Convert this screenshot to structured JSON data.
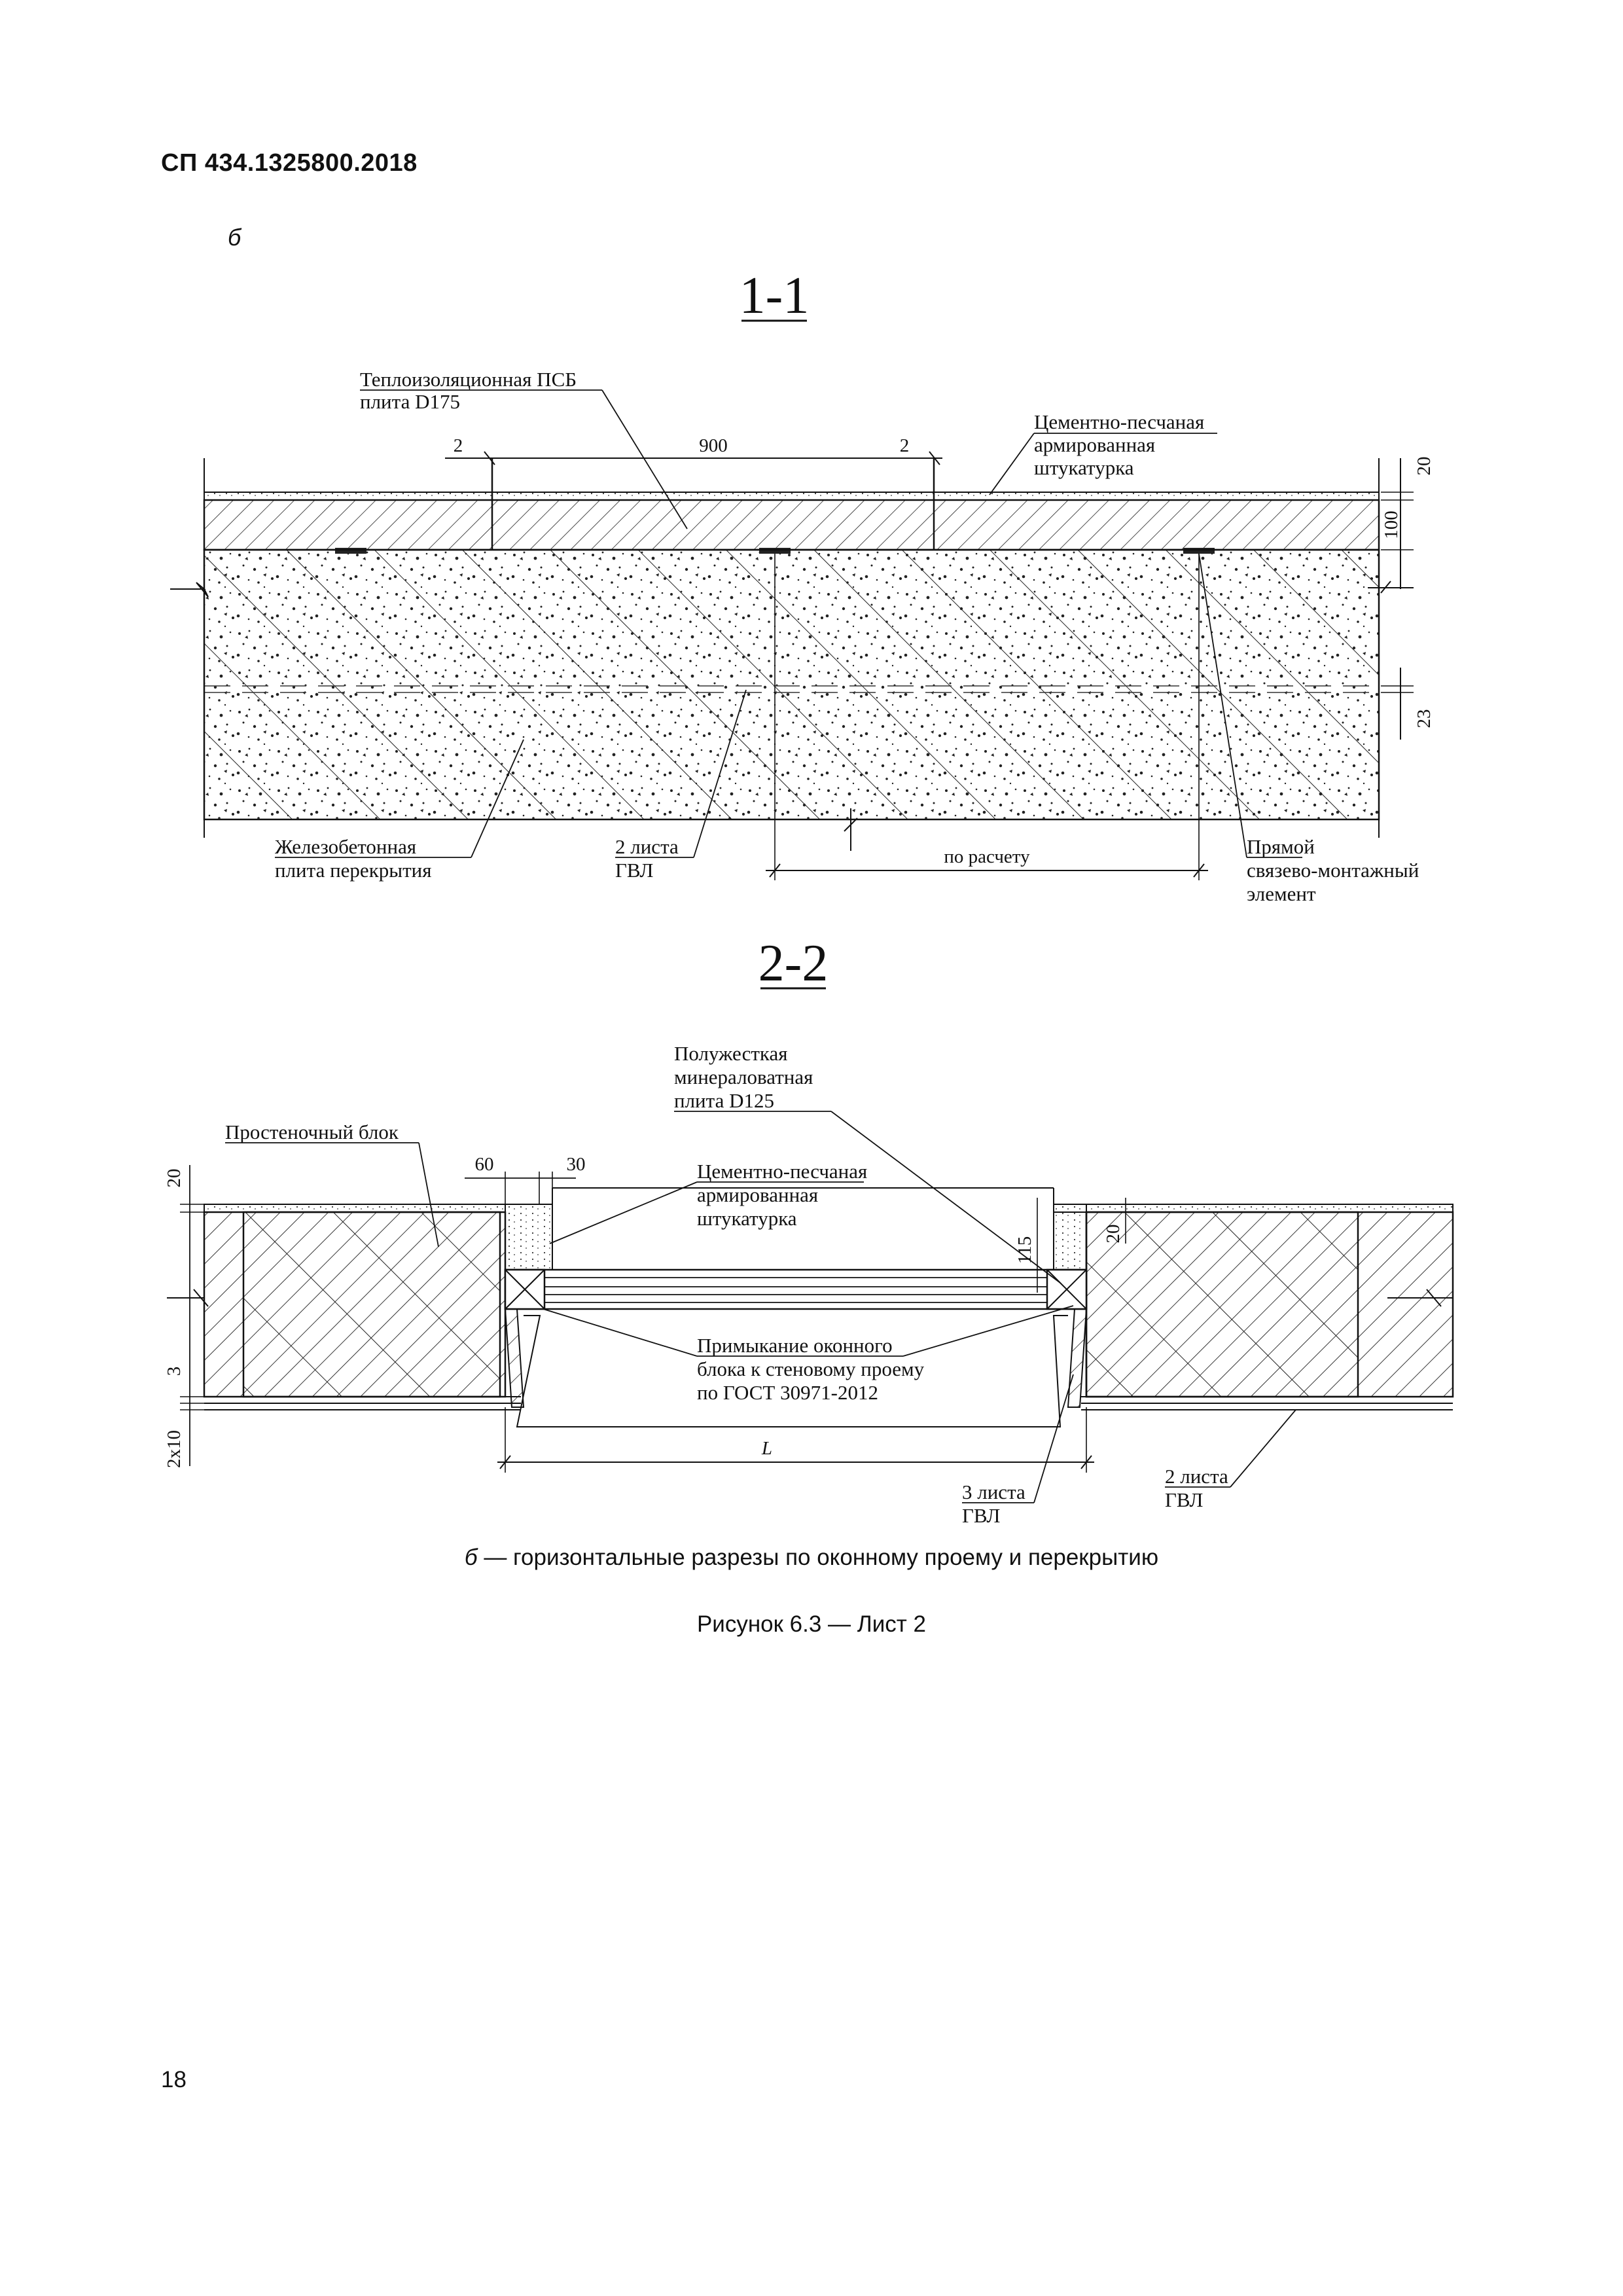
{
  "header": {
    "doc_code": "СП 434.1325800.2018"
  },
  "figure_variant": "б",
  "section_1": {
    "title": "1-1",
    "labels": {
      "insulation_line1": "Теплоизоляционная ПСБ",
      "insulation_line2": "плита D175",
      "plaster_line1": "Цементно-песчаная",
      "plaster_line2": "армированная",
      "plaster_line3": "штукатурка",
      "slab_line1": "Железобетонная",
      "slab_line2": "плита перекрытия",
      "gvl_line1": "2 листа",
      "gvl_line2": "ГВЛ",
      "anchor_line1": "Прямой",
      "anchor_line2": "связево-монтажный",
      "anchor_line3": "элемент"
    },
    "dimensions": {
      "gap_left": "2",
      "panel_width": "900",
      "gap_right": "2",
      "plaster": "20",
      "insulation": "100",
      "gvl": "23",
      "spacing": "по расчету"
    }
  },
  "section_2": {
    "title": "2-2",
    "labels": {
      "mineral_line1": "Полужесткая",
      "mineral_line2": "минераловатная",
      "mineral_line3": "плита D125",
      "block": "Простеночный блок",
      "plaster_line1": "Цементно-песчаная",
      "plaster_line2": "армированная",
      "plaster_line3": "штукатурка",
      "junction_line1": "Примыкание оконного",
      "junction_line2": "блока к стеновому проему",
      "junction_line3": "по ГОСТ 30971-2012",
      "gvl3_line1": "3 листа",
      "gvl3_line2": "ГВЛ",
      "gvl2_line1": "2 листа",
      "gvl2_line2": "ГВЛ"
    },
    "dimensions": {
      "left_plaster": "20",
      "left_3": "3",
      "left_2x10": "2x10",
      "d60": "60",
      "d30": "30",
      "d115": "115",
      "d20_right": "20",
      "opening": "L"
    }
  },
  "captions": {
    "sub_letter": "б",
    "sub_text": " — горизонтальные разрезы по оконному проему и перекрытию",
    "figure": "Рисунок 6.3 — Лист 2"
  },
  "page_number": "18"
}
